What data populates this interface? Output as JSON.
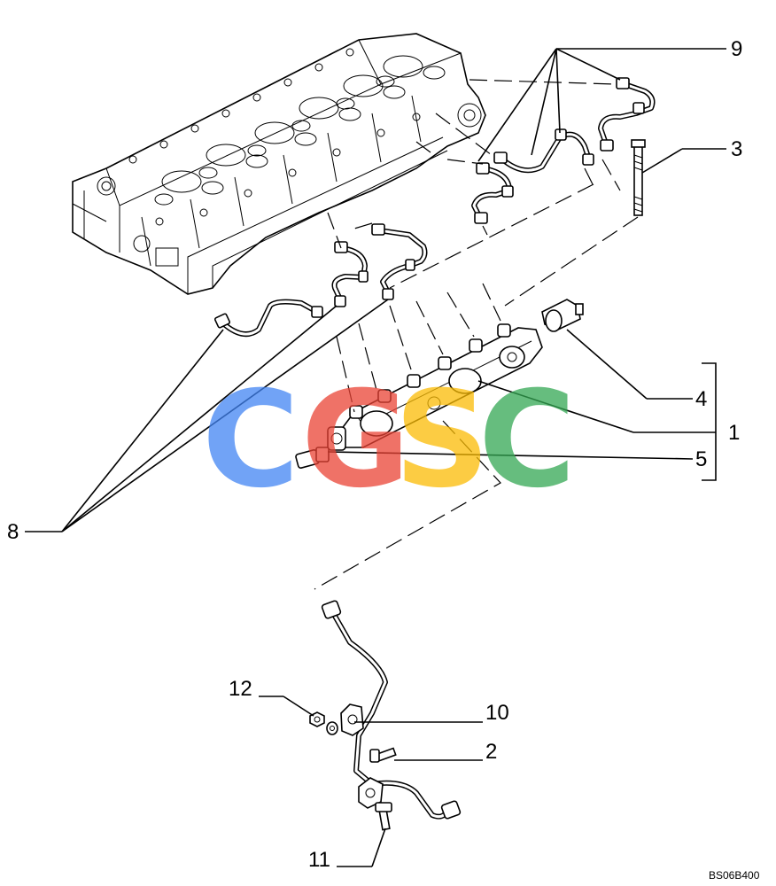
{
  "diagram_code": "BS06B400",
  "watermark": {
    "letters": [
      "C",
      "G",
      "S",
      "C"
    ],
    "colors": [
      "#4285F4",
      "#EA4335",
      "#FBBC05",
      "#34A853"
    ]
  },
  "callouts": {
    "c1": "1",
    "c2": "2",
    "c3": "3",
    "c4": "4",
    "c5": "5",
    "c8": "8",
    "c9": "9",
    "c10": "10",
    "c11": "11",
    "c12": "12"
  }
}
